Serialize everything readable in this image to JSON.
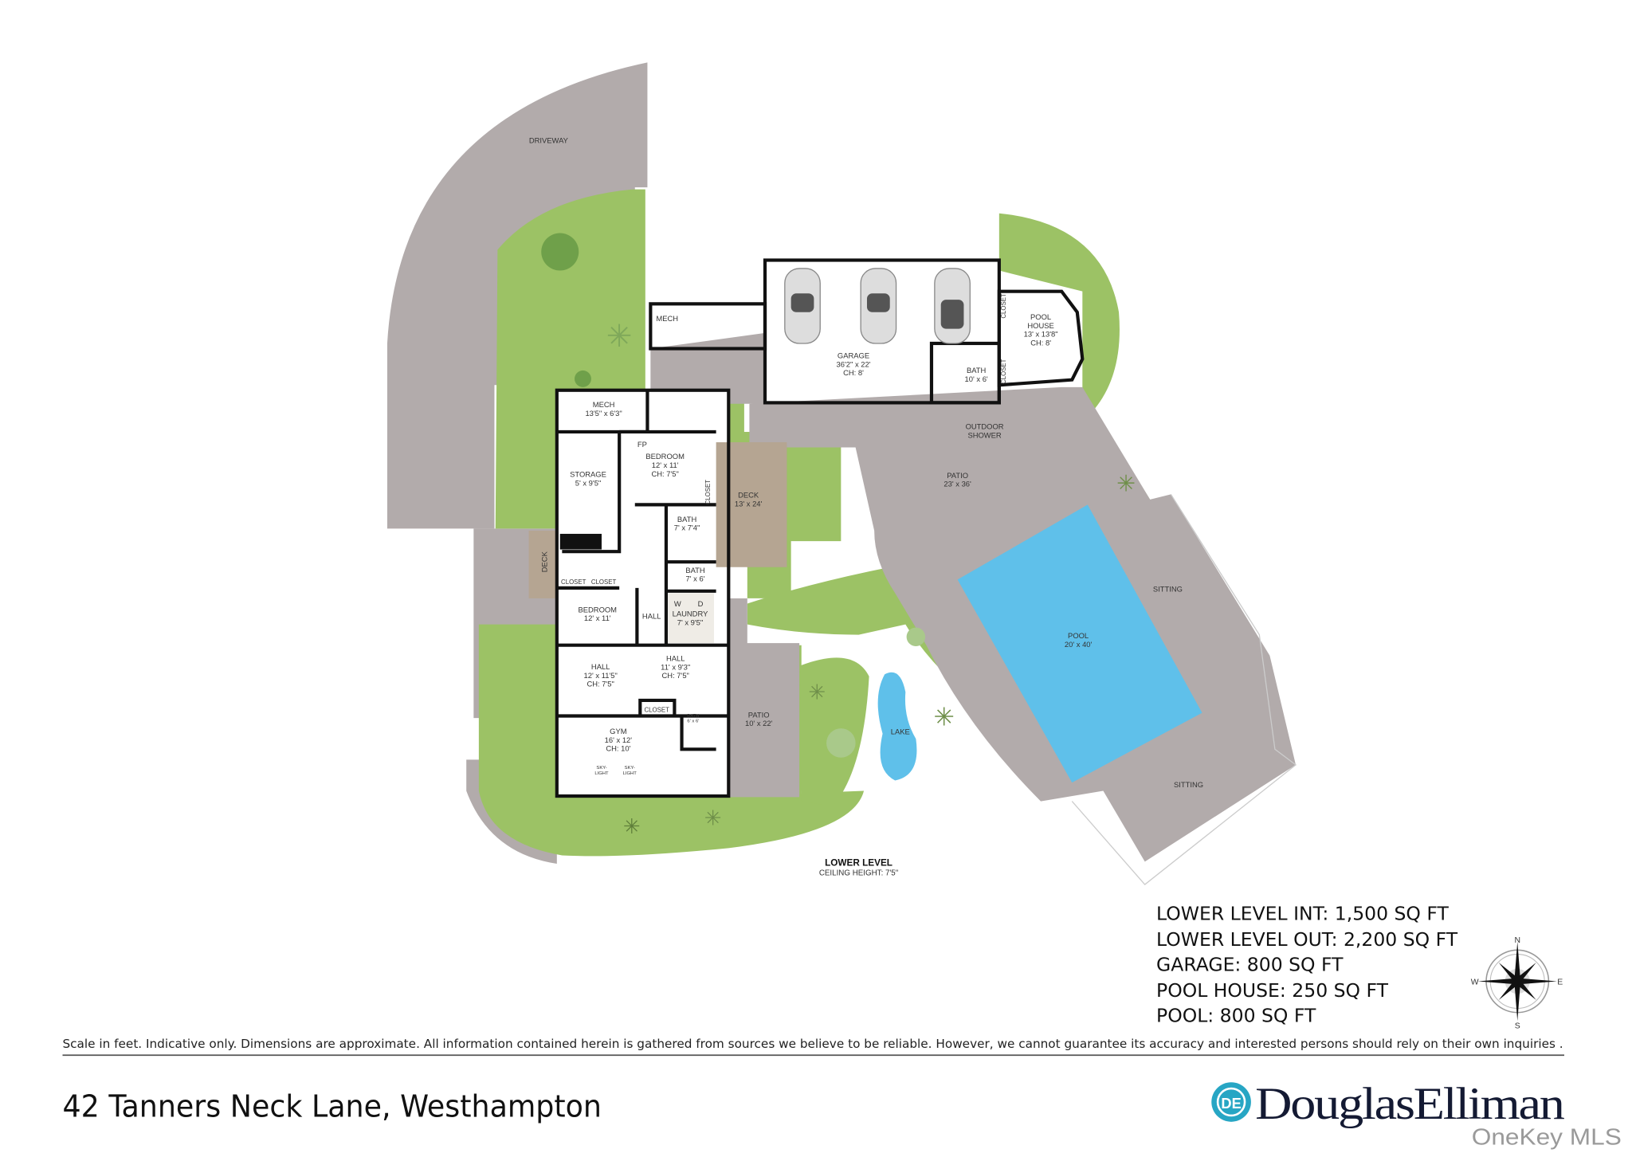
{
  "colors": {
    "grass": "#9cc265",
    "paving": "#b2abab",
    "deck": "#b5a592",
    "pool": "#5fc0ea",
    "wall": "#111111",
    "brand_teal": "#27a6c4",
    "brand_navy": "#141a33"
  },
  "rooms": [
    {
      "name": "driveway",
      "lines": [
        "DRIVEWAY"
      ]
    },
    {
      "name": "mech-upper",
      "lines": [
        "MECH"
      ]
    },
    {
      "name": "garage",
      "lines": [
        "GARAGE",
        "36'2\" x 22'",
        "CH: 8'"
      ]
    },
    {
      "name": "pool-house",
      "lines": [
        "POOL",
        "HOUSE",
        "13' x 13'8\"",
        "CH: 8'"
      ]
    },
    {
      "name": "pool-house-bath",
      "lines": [
        "BATH",
        "10' x 6'"
      ]
    },
    {
      "name": "outdoor-shower",
      "lines": [
        "OUTDOOR",
        "SHOWER"
      ]
    },
    {
      "name": "mech-lower",
      "lines": [
        "MECH",
        "13'5\" x 6'3\""
      ]
    },
    {
      "name": "fireplace",
      "lines": [
        "FP"
      ]
    },
    {
      "name": "bedroom-1",
      "lines": [
        "BEDROOM",
        "12' x 11'",
        "CH: 7'5\""
      ]
    },
    {
      "name": "storage",
      "lines": [
        "STORAGE",
        "5' x 9'5\""
      ]
    },
    {
      "name": "bath-1",
      "lines": [
        "BATH",
        "7' x 7'4\""
      ]
    },
    {
      "name": "deck-main",
      "lines": [
        "DECK",
        "13' x 24'"
      ]
    },
    {
      "name": "closet-1",
      "lines": [
        "CLOSET"
      ]
    },
    {
      "name": "closet-2",
      "lines": [
        "CLOSET"
      ]
    },
    {
      "name": "bath-2",
      "lines": [
        "BATH",
        "7' x 6'"
      ]
    },
    {
      "name": "washer",
      "lines": [
        "W"
      ]
    },
    {
      "name": "dryer",
      "lines": [
        "D"
      ]
    },
    {
      "name": "bedroom-2",
      "lines": [
        "BEDROOM",
        "12' x 11'"
      ]
    },
    {
      "name": "hall-1",
      "lines": [
        "HALL"
      ]
    },
    {
      "name": "laundry",
      "lines": [
        "LAUNDRY",
        "7' x 9'5\""
      ]
    },
    {
      "name": "patio-large",
      "lines": [
        "PATIO",
        "23' x 36'"
      ]
    },
    {
      "name": "sitting-1",
      "lines": [
        "SITTING"
      ]
    },
    {
      "name": "pool",
      "lines": [
        "POOL",
        "20' x 40'"
      ]
    },
    {
      "name": "hall-2",
      "lines": [
        "HALL",
        "12' x 11'5\"",
        "CH: 7'5\""
      ]
    },
    {
      "name": "hall-3",
      "lines": [
        "HALL",
        "11' x 9'3\"",
        "CH: 7'5\""
      ]
    },
    {
      "name": "closet-3",
      "lines": [
        "CLOSET"
      ]
    },
    {
      "name": "bath-3",
      "lines": [
        "BATH",
        "6' x 6'"
      ]
    },
    {
      "name": "patio-small",
      "lines": [
        "PATIO",
        "10' x 22'"
      ]
    },
    {
      "name": "gym",
      "lines": [
        "GYM",
        "16' x 12'",
        "CH: 10'"
      ]
    },
    {
      "name": "skylight-1",
      "lines": [
        "SKY-",
        "LIGHT"
      ]
    },
    {
      "name": "skylight-2",
      "lines": [
        "SKY-",
        "LIGHT"
      ]
    },
    {
      "name": "lake",
      "lines": [
        "LAKE"
      ]
    },
    {
      "name": "sitting-2",
      "lines": [
        "SITTING"
      ]
    },
    {
      "name": "deck-side",
      "lines": [
        "DECK"
      ]
    },
    {
      "name": "closet-ph-1",
      "lines": [
        "CLOSET"
      ]
    },
    {
      "name": "closet-ph-2",
      "lines": [
        "CLOSET"
      ]
    },
    {
      "name": "closet-bed",
      "lines": [
        "CLOSET"
      ]
    }
  ],
  "level": {
    "title": "LOWER LEVEL",
    "ceiling": "CEILING HEIGHT: 7'5\""
  },
  "areas": [
    "LOWER LEVEL INT: 1,500 SQ FT",
    "LOWER LEVEL OUT: 2,200 SQ FT",
    "GARAGE: 800 SQ FT",
    "POOL HOUSE: 250 SQ FT",
    "POOL: 800 SQ FT"
  ],
  "compass": {
    "n": "N",
    "e": "E",
    "s": "S",
    "w": "W"
  },
  "disclaimer": "Scale in feet. Indicative only. Dimensions are approximate. All information contained herein is gathered from sources we believe to be reliable. However, we cannot guarantee its accuracy and interested persons should rely on their own  inquiries .",
  "address": "42 Tanners Neck Lane, Westhampton",
  "brand": {
    "name": "DouglasElliman",
    "logo_letters": "DE"
  },
  "watermark": "OneKey MLS"
}
